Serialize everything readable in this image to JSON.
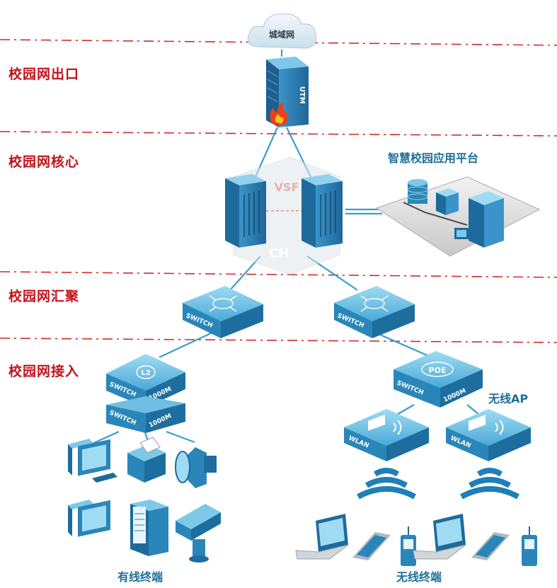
{
  "layers": [
    {
      "label": "校园网出口"
    },
    {
      "label": "校园网核心"
    },
    {
      "label": "校园网汇聚"
    },
    {
      "label": "校园网接入"
    }
  ],
  "cloud": {
    "label": "城域网"
  },
  "firewall": {
    "label": "UTM"
  },
  "core": {
    "vsf_label": "VSF",
    "ch_label": "CH"
  },
  "platform": {
    "label": "智慧校园应用平台"
  },
  "aggregation": {
    "left_label": "SWITCH",
    "right_label": "SWITCH"
  },
  "access_left": {
    "top_badge": "L2",
    "top_label": "SWITCH",
    "top_speed": "1000M",
    "bottom_label": "SWITCH",
    "bottom_speed": "1000M"
  },
  "access_right": {
    "badge": "POE",
    "label": "SWITCH",
    "speed": "1000M"
  },
  "ap_caption": "无线AP",
  "wlan": {
    "left_label": "WLAN",
    "right_label": "WLAN"
  },
  "wired_caption": "有线终端",
  "wireless_caption": "无线终端",
  "colors": {
    "divider": "#d42a2a",
    "layer_text": "#c0141c",
    "device_top": "#7ec9e8",
    "device_side": "#2a86b8",
    "link": "#3a9ed0"
  }
}
